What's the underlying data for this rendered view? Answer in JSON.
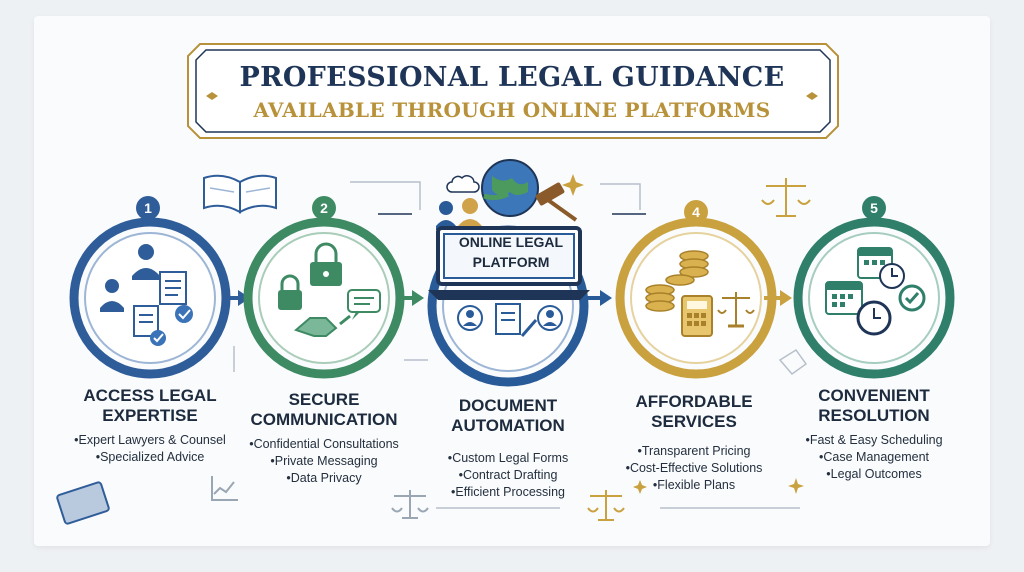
{
  "header": {
    "title": "PROFESSIONAL LEGAL GUIDANCE",
    "subtitle": "AVAILABLE THROUGH ONLINE PLATFORMS"
  },
  "platform_label": {
    "line1": "ONLINE LEGAL",
    "line2": "PLATFORM"
  },
  "steps": [
    {
      "number": "1",
      "title_line1": "ACCESS LEGAL",
      "title_line2": "EXPERTISE",
      "color": "#2f5d9a",
      "bullets": [
        "Expert Lawyers & Counsel",
        "Specialized Advice"
      ]
    },
    {
      "number": "2",
      "title_line1": "SECURE",
      "title_line2": "COMMUNICATION",
      "color": "#3d8a63",
      "bullets": [
        "Confidential Consultations",
        "Private Messaging",
        "Data Privacy"
      ]
    },
    {
      "number": "",
      "title_line1": "DOCUMENT",
      "title_line2": "AUTOMATION",
      "color": "#2a5b99",
      "bullets": [
        "Custom Legal Forms",
        "Contract Drafting",
        "Efficient Processing"
      ]
    },
    {
      "number": "4",
      "title_line1": "AFFORDABLE",
      "title_line2": "SERVICES",
      "color": "#c9a13f",
      "bullets": [
        "Transparent Pricing",
        "Cost-Effective Solutions",
        "Flexible Plans"
      ]
    },
    {
      "number": "5",
      "title_line1": "CONVENIENT",
      "title_line2": "RESOLUTION",
      "color": "#2f7f6a",
      "bullets": [
        "Fast & Easy Scheduling",
        "Case Management",
        "Legal Outcomes"
      ]
    }
  ],
  "icons": {
    "step1": "lawyer-documents-icon",
    "step2": "lock-handshake-icon",
    "step3": "globe-gavel-laptop-icon",
    "step4": "coins-calculator-scales-icon",
    "step5": "calendar-clock-icon"
  }
}
